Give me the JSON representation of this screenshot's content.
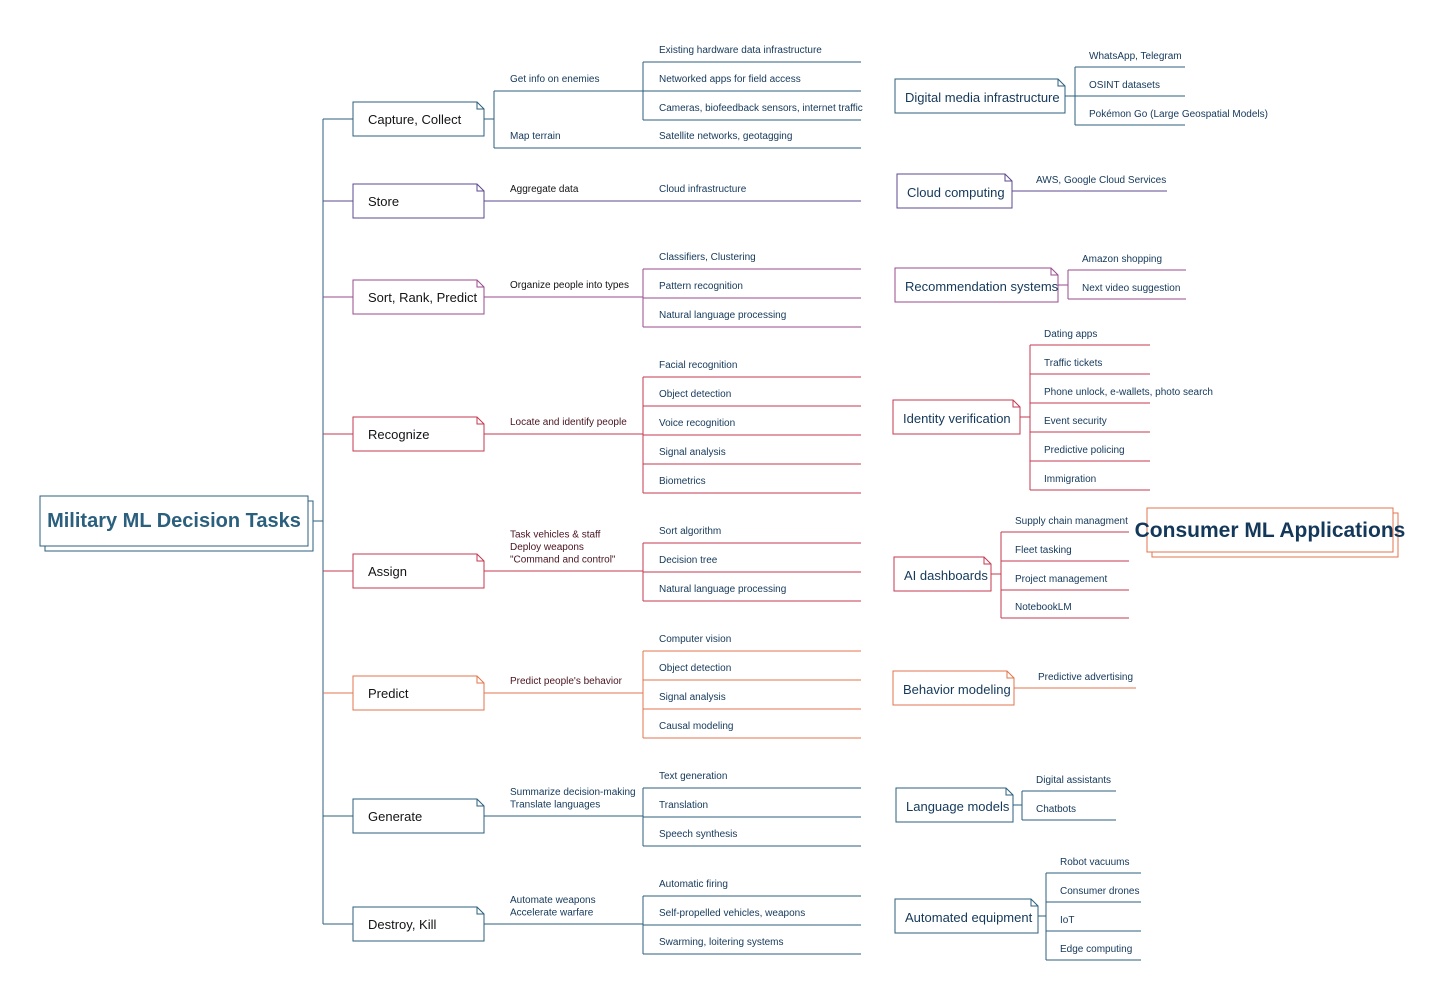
{
  "title_left": "Military ML Decision Tasks",
  "title_right": "Consumer ML Applications",
  "colors": {
    "teal": "#2b5f7e",
    "purple": "#5c4a8f",
    "magenta": "#9a4b8e",
    "red": "#c43a52",
    "orange": "#e0754e",
    "dark_red": "#4a1420",
    "navy": "#14385a",
    "text": "#141414",
    "title_right": "#e0754e"
  },
  "military": [
    {
      "task": "Capture, Collect",
      "groups": [
        {
          "label": "Get info on enemies",
          "items": [
            "Existing hardware data infrastructure",
            "Networked apps for field access",
            "Cameras, biofeedback sensors, internet traffic"
          ]
        },
        {
          "label": "Map terrain",
          "items": [
            "Satellite networks, geotagging"
          ]
        }
      ]
    },
    {
      "task": "Store",
      "groups": [
        {
          "label": "Aggregate data",
          "items": [
            "Cloud infrastructure"
          ]
        }
      ]
    },
    {
      "task": "Sort, Rank, Predict",
      "groups": [
        {
          "label": "Organize people into types",
          "items": [
            "Classifiers, Clustering",
            "Pattern recognition",
            "Natural language processing"
          ]
        }
      ]
    },
    {
      "task": "Recognize",
      "groups": [
        {
          "label": "Locate and identify people",
          "items": [
            "Facial recognition",
            "Object detection",
            "Voice recognition",
            "Signal analysis",
            "Biometrics"
          ]
        }
      ]
    },
    {
      "task": "Assign",
      "groups": [
        {
          "label": "Task vehicles & staff\nDeploy weapons\n\"Command and control\"",
          "items": [
            "Sort algorithm",
            "Decision tree",
            "Natural language processing"
          ]
        }
      ]
    },
    {
      "task": "Predict",
      "groups": [
        {
          "label": "Predict people's behavior",
          "items": [
            "Computer vision",
            "Object detection",
            "Signal analysis",
            "Causal modeling"
          ]
        }
      ]
    },
    {
      "task": "Generate",
      "groups": [
        {
          "label": "Summarize decision-making\nTranslate languages",
          "items": [
            "Text generation",
            "Translation",
            "Speech synthesis"
          ]
        }
      ]
    },
    {
      "task": "Destroy, Kill",
      "groups": [
        {
          "label": "Automate weapons\nAccelerate warfare",
          "items": [
            "Automatic firing",
            "Self-propelled vehicles, weapons",
            "Swarming, loitering systems"
          ]
        }
      ]
    }
  ],
  "consumer": [
    {
      "name": "Digital media infrastructure",
      "items": [
        "WhatsApp, Telegram",
        "OSINT datasets",
        "Pokémon Go (Large Geospatial Models)"
      ]
    },
    {
      "name": "Cloud computing",
      "items": [
        "AWS, Google Cloud Services"
      ]
    },
    {
      "name": "Recommendation systems",
      "items": [
        "Amazon shopping",
        "Next video suggestion"
      ]
    },
    {
      "name": "Identity verification",
      "items": [
        "Dating apps",
        "Traffic tickets",
        "Phone unlock, e-wallets, photo search",
        "Event security",
        "Predictive policing",
        "Immigration"
      ]
    },
    {
      "name": "AI dashboards",
      "items": [
        "Supply chain managment",
        "Fleet tasking",
        "Project management",
        "NotebookLM"
      ]
    },
    {
      "name": "Behavior modeling",
      "items": [
        "Predictive advertising"
      ]
    },
    {
      "name": "Language models",
      "items": [
        "Digital assistants",
        "Chatbots"
      ]
    },
    {
      "name": "Automated equipment",
      "items": [
        "Robot vacuums",
        "Consumer drones",
        "IoT",
        "Edge computing"
      ]
    }
  ]
}
